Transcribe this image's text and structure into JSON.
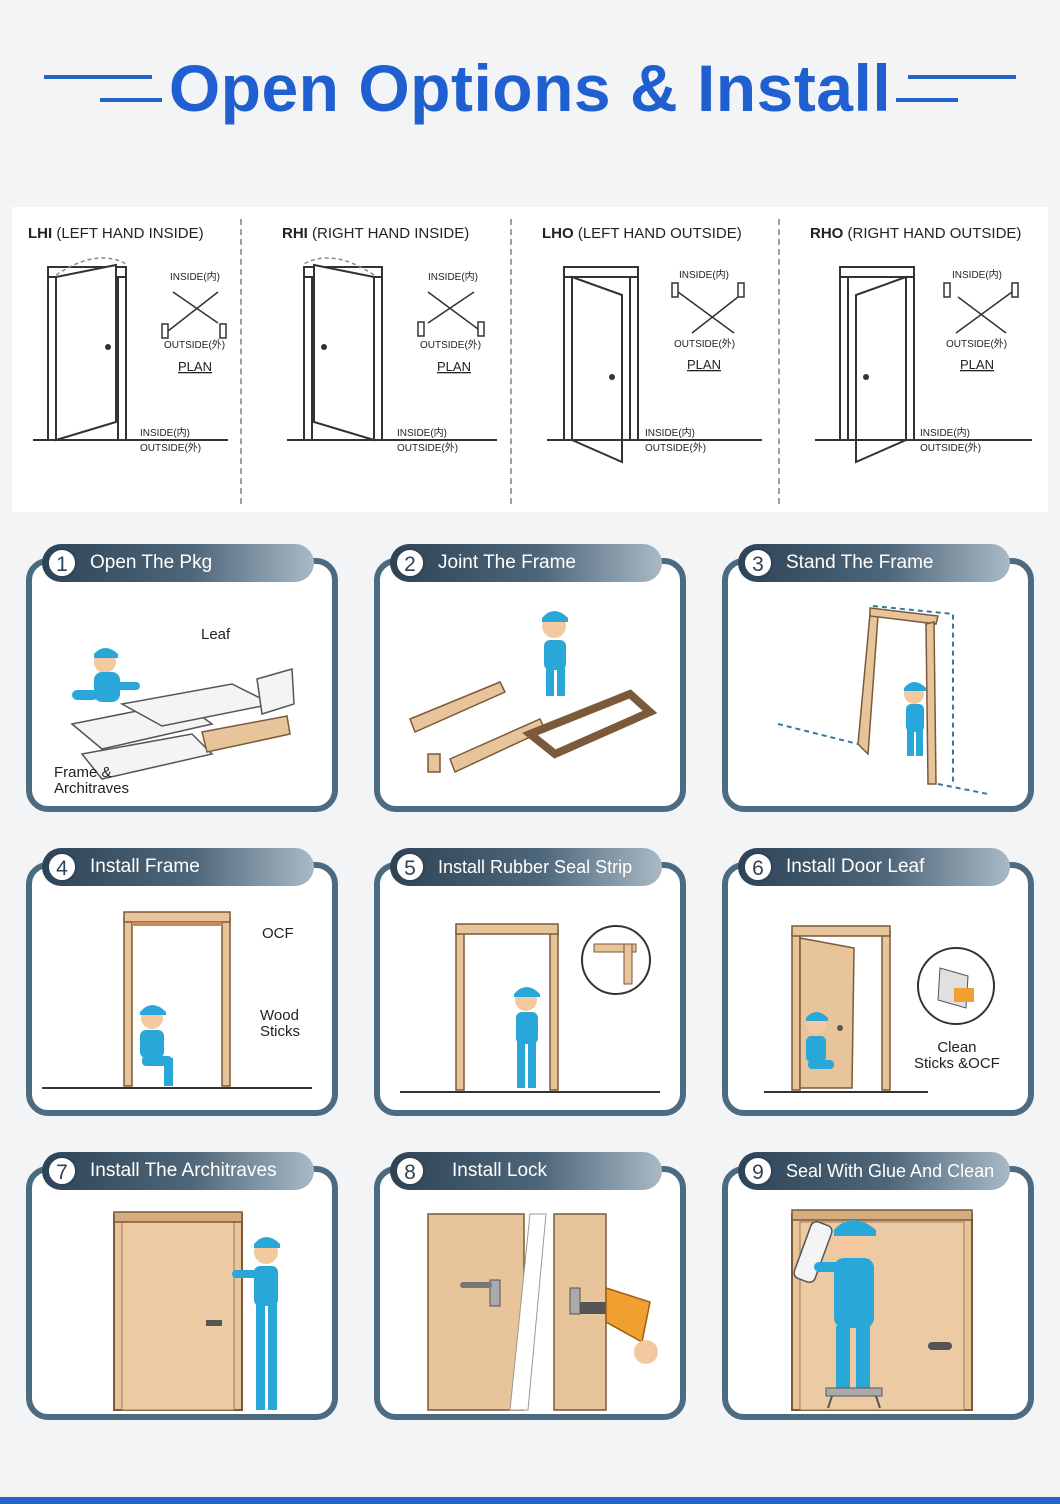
{
  "title": "Open Options  & Install",
  "colors": {
    "accent": "#1f5fcf",
    "frame": "#4d6b80",
    "worker": "#2aa7d9",
    "wood": "#e8c49a"
  },
  "orientations": [
    {
      "code": "LHI",
      "desc": "(LEFT HAND INSIDE)",
      "inside": "INSIDE(内)",
      "outside": "OUTSIDE(外)",
      "plan": "PLAN",
      "floor_inside": "INSIDE(内)",
      "floor_outside": "OUTSIDE(外)"
    },
    {
      "code": "RHI",
      "desc": "(RIGHT HAND INSIDE)",
      "inside": "INSIDE(内)",
      "outside": "OUTSIDE(外)",
      "plan": "PLAN",
      "floor_inside": "INSIDE(内)",
      "floor_outside": "OUTSIDE(外)"
    },
    {
      "code": "LHO",
      "desc": "(LEFT HAND OUTSIDE)",
      "inside": "INSIDE(内)",
      "outside": "OUTSIDE(外)",
      "plan": "PLAN",
      "floor_inside": "INSIDE(内)",
      "floor_outside": "OUTSIDE(外)"
    },
    {
      "code": "RHO",
      "desc": "(RIGHT HAND OUTSIDE)",
      "inside": "INSIDE(内)",
      "outside": "OUTSIDE(外)",
      "plan": "PLAN",
      "floor_inside": "INSIDE(内)",
      "floor_outside": "OUTSIDE(外)"
    }
  ],
  "steps": [
    {
      "num": "1",
      "label": "Open The Pkg",
      "annotations": [
        "Leaf",
        "Frame &",
        "Architraves"
      ]
    },
    {
      "num": "2",
      "label": "Joint The Frame",
      "annotations": []
    },
    {
      "num": "3",
      "label": "Stand The Frame",
      "annotations": []
    },
    {
      "num": "4",
      "label": "Install Frame",
      "annotations": [
        "OCF",
        "Wood",
        "Sticks"
      ]
    },
    {
      "num": "5",
      "label": "Install Rubber Seal Strip",
      "annotations": []
    },
    {
      "num": "6",
      "label": "Install Door Leaf",
      "annotations": [
        "Clean",
        "Sticks &OCF"
      ]
    },
    {
      "num": "7",
      "label": "Install The Architraves",
      "annotations": []
    },
    {
      "num": "8",
      "label": "Install Lock",
      "annotations": []
    },
    {
      "num": "9",
      "label": "Seal With Glue And Clean",
      "annotations": []
    }
  ]
}
